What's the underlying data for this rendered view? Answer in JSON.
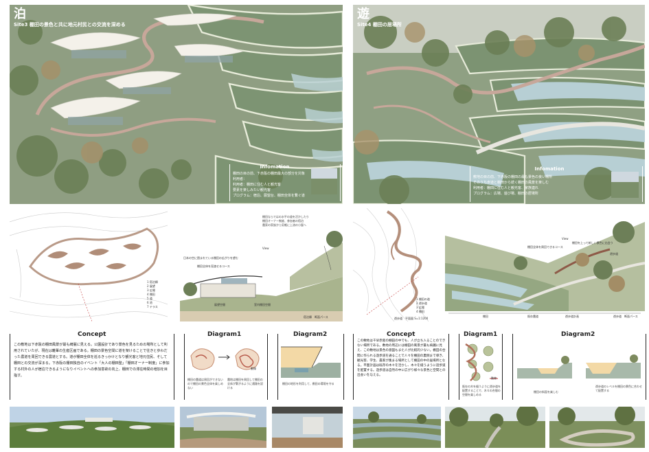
{
  "site3": {
    "kanji": "泊",
    "subtitle": "Site3 棚田の景色と共に地元村民との交流を深める",
    "info_title": "Infomation",
    "info_lines": [
      "棚田の目の前、下赤阪の棚田最大の部分を対象",
      "利用者：",
      "利用者：棚田に住む人と観光客",
      "要素を楽しみたい観光客",
      "プログラム：宿泊、展望台、棚田全体を繋ぐ道"
    ]
  },
  "site4": {
    "kanji": "遊",
    "subtitle": "Site4 棚田の居場所",
    "info_title": "Infomation",
    "info_lines": [
      "敷地の目の前、下赤阪の棚田の最も景色の良い場所",
      "そのうち歩道と棚田から続く棚田の風景を楽しむ",
      "利用者：棚田に住む人と観光客、家族連れ",
      "プログラム：広場、遊び場、棚田の居場所"
    ]
  },
  "plan_left": {
    "legend": [
      "1 宿泊棟",
      "2 展望",
      "3 広場",
      "4 棚田",
      "5 道",
      "6 池",
      "7 テラス"
    ]
  },
  "section_left": {
    "notes": [
      "棚田ならではの水平の道を活かしたり",
      "棚田オーナー制度、参加者の宿泊",
      "農家の家族から気軽に上流の小屋へ",
      "View",
      "日本の空に囲まれている棚田の広がりを望む",
      "棚田全体を見渡せるコース"
    ],
    "labels": [
      "展望空間",
      "室内棚田空間"
    ],
    "caption": "宿泊棟　断面パース"
  },
  "plan_right": {
    "legend": [
      "1 棚田の道",
      "2 遊歩道",
      "3 広場",
      "4 棚田"
    ],
    "caption": "遊歩道　平面図 S=1:1200"
  },
  "section_right": {
    "notes": [
      "View",
      "棚田全体を周回できるコース",
      "棚田を上って新しい景色に出会う",
      "遊歩道"
    ],
    "labels": [
      "棚田",
      "既存農道",
      "遊歩道計画"
    ],
    "caption": "遊歩道　断面パース"
  },
  "concept_left": {
    "title": "Concept",
    "text": "この敷地は下赤阪の棚田風景が最も綺麗に見える。公園設計であり景色を見るための場所として利用されていたが、現在は離輩の生産区画である。棚田の景色空間に道を架けることで往きと歩わだった農道を周回できる農道とする。道が棚田全体を巡るきっかけとなり観光客と地元住民、そして棚田との交流が深まる。下赤阪の棚田独自のイベント「大人の棚田塾」「棚田オーナー制度」に参加する村外の人が宿泊できるようになりイベントへの参加意欲の向上、棚田での滞在時間の増加を目指す。"
  },
  "diagram1_left": {
    "title": "Diagram1",
    "captions": [
      "棚田の農道は周回ができないので棚田の景色全体を楽しめない",
      "農地は棚田を周回して棚田の全体が繋がるように通路を設ける"
    ],
    "arrow_label": "動線"
  },
  "diagram2_left": {
    "title": "Diagram2",
    "caption": "棚田の地形を利用して、棚田の環境を守る"
  },
  "concept_right": {
    "title": "Concept",
    "text": "この敷地は千早赤阪の棚田の中でも、人が立ち入ることのできない場所である。敷地の周辺には棚田の風景が最も綺麗に見え、この敷地は景色の意図もまた人が比較的少ない。棚田の合間に作られる遊歩道を通ることで人々を棚田の裏側まで導き、観光客、学生、農家が集まる場所として棚田の中の居場所となる。平面計画は既存の木々を活かし、木々を縫うように遊歩道を配置する。遊歩道は自然の中に広がり様々な景色と空間との出会いを与える。"
  },
  "diagram1_right": {
    "title": "Diagram1",
    "captions": [
      "既存の木を縫うように遊歩道を配置することで、木々の合間の空間を楽しめる"
    ],
    "arrow_label": "動線"
  },
  "diagram2_right": {
    "title": "Diagram2",
    "captions": [
      "棚田の斜面を楽しむ",
      "遊歩道のレベルを棚田の景色に合わせて配置する"
    ]
  },
  "colors": {
    "hillside": "#8e9e80",
    "terrace_dark": "#5f7a5a",
    "water": "#b9d1d6",
    "path": "#c9a99b",
    "roof": "#f4f1ea",
    "ground": "#d9ccb3"
  }
}
